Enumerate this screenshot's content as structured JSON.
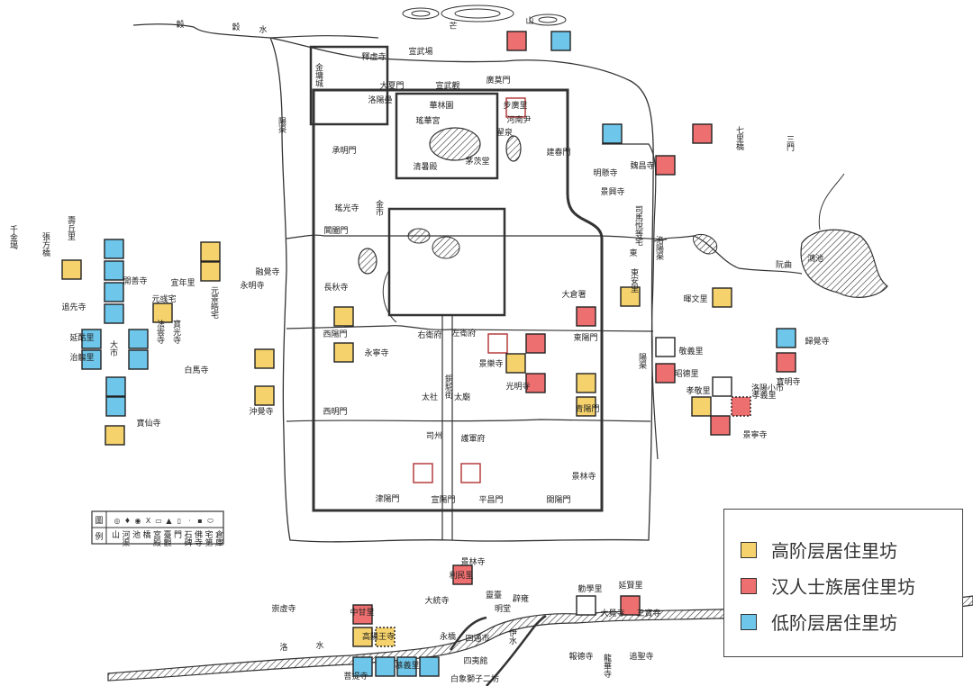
{
  "legend": {
    "items": [
      {
        "label": "高阶层居住里坊",
        "color": "#f5d26b"
      },
      {
        "label": "汉人士族居住里坊",
        "color": "#ee6f6f"
      },
      {
        "label": "低阶层居住里坊",
        "color": "#6ec6ea"
      }
    ]
  },
  "symbol_legend": {
    "title_top": "圖",
    "title_bottom": "例",
    "items": [
      "山",
      "河渠",
      "池",
      "橋",
      "宮殿",
      "臺觀",
      "門",
      "石碑",
      "佛寺",
      "宅第",
      "倉庫"
    ]
  },
  "labels": [
    "穀",
    "水",
    "芒",
    "山",
    "宣武場",
    "釋虚寺",
    "大夏門",
    "宣武觀",
    "廣莫門",
    "洛陽壘",
    "華林園",
    "瑤華宮",
    "清暑殿",
    "茅茨堂",
    "金墉城",
    "承明門",
    "建春門",
    "步廣里",
    "河南尹",
    "翟泉",
    "閶闔門",
    "瑤光寺",
    "金市",
    "長秋寺",
    "西陽門",
    "西明門",
    "東陽門",
    "青陽門",
    "津陽門",
    "宣陽門",
    "平昌門",
    "開陽門",
    "銅駝街",
    "永寧寺",
    "太社",
    "太廟",
    "司州",
    "護軍府",
    "右衛府",
    "左衛府",
    "景樂寺",
    "光明寺",
    "景林寺",
    "洛陽小市",
    "阮曲",
    "鴻池",
    "七里橋",
    "三門",
    "陽渠",
    "陽渠",
    "洛陽渠",
    "東安里",
    "暉文里",
    "孝敬里",
    "孝義里",
    "景寧寺",
    "寶明寺",
    "歸覺寺",
    "明懸寺",
    "魏昌寺",
    "千金堨",
    "張方橋",
    "壽丘里",
    "追先寺",
    "開善寺",
    "宜年里",
    "元彧宅",
    "法雲寺",
    "寶光寺",
    "白馬寺",
    "大市",
    "永明寺",
    "融覺寺",
    "元景皓宅",
    "寶仙寺",
    "沖覺寺",
    "景林寺",
    "利民里",
    "大統寺",
    "靈臺",
    "辟雍",
    "明堂",
    "高陽王寺",
    "永橋",
    "四通市",
    "四夷館",
    "白象獅子二坊",
    "伊水",
    "洛",
    "水",
    "勸學里",
    "延賢里",
    "報德寺",
    "龍華寺",
    "追聖寺",
    "菩提寺",
    "慕義里",
    "崇虛寺",
    "中甘里",
    "大覺寺",
    "穀",
    "延酤里",
    "治觴里",
    "東",
    "三寶寺",
    "昭德里",
    "敬義里",
    "景興寺",
    "司馬悅等宅",
    "大倉署"
  ]
}
